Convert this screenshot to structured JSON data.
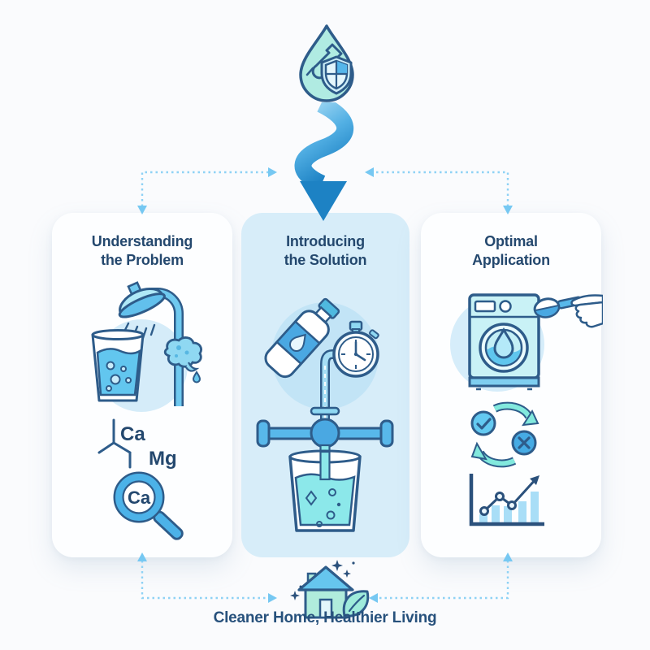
{
  "page": {
    "caption": "Cleaner Home, Healthier Living"
  },
  "cards": {
    "problem": {
      "title_line1": "Understanding",
      "title_line2": "the Problem",
      "labels": {
        "calcium": "Ca",
        "magnesium": "Mg",
        "magnifier_element": "Ca"
      }
    },
    "solution": {
      "title_line1": "Introducing",
      "title_line2": "the Solution"
    },
    "application": {
      "title_line1": "Optimal",
      "title_line2": "Application"
    }
  },
  "icons": {
    "header": "water-drop-with-wrench-and-shield-icon",
    "flow": "s-curve-flow-arrow-down-icon",
    "problem": [
      "shower-hard-water-glass-icon",
      "calcium-magnesium-molecule-icon",
      "magnifier-calcium-icon"
    ],
    "solution": [
      "softener-bottle-icon",
      "timer-icon",
      "dosing-valve-into-glass-icon"
    ],
    "application": [
      "washing-machine-dosing-hand-icon",
      "repeat-cycle-check-cross-icon",
      "growth-chart-icon"
    ],
    "footer": "clean-home-with-leaf-icon"
  },
  "colors": {
    "page_bg": "#fafbfd",
    "card_bg_light": "#fdfeff",
    "card_bg_highlight": "#d7edf9",
    "title_text": "#24486e",
    "caption_text": "#27517c",
    "outline_navy": "#2e5c8a",
    "connector_blue": "#8ed2f5",
    "flow_arrow_light": "#a9dcf5",
    "flow_arrow_dark": "#1d82c4",
    "drop_teal": "#b0ebe2",
    "water_cyan": "#8ce8ea",
    "accent_blue": "#4aa8e2",
    "cycle_teal": "#82e9dd"
  }
}
